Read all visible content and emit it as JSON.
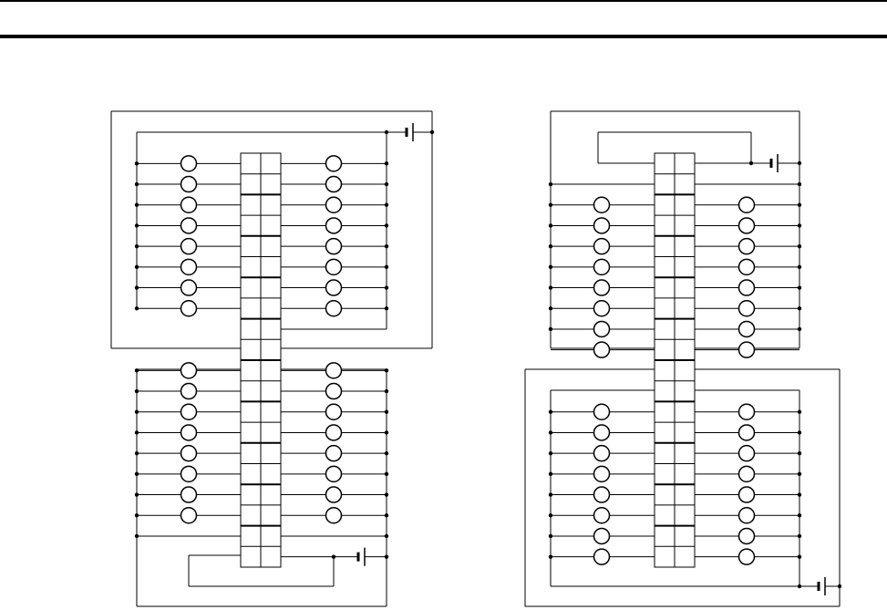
{
  "page": {
    "header_text": ""
  },
  "diagrams": [
    {
      "name": "left-wiring-diagram",
      "terminal_block_rows": 20,
      "inputs_per_side_upper": 8,
      "inputs_per_side_lower": 8,
      "power_supplies": 2
    },
    {
      "name": "right-wiring-diagram",
      "terminal_block_rows": 20,
      "inputs_per_side_upper": 8,
      "inputs_per_side_lower": 8,
      "power_supplies": 2
    }
  ]
}
